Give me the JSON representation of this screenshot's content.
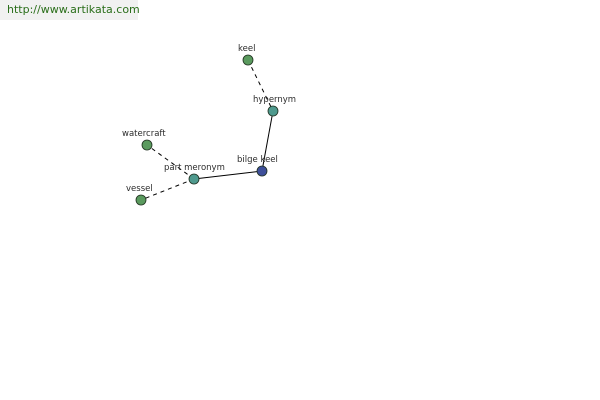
{
  "banner": {
    "url": "http://www.artikata.com"
  },
  "graph": {
    "colors": {
      "leaf_node": "#5a9a5e",
      "relation_node": "#4f9a8e",
      "root_node": "#3e4f9a",
      "node_stroke": "#1f2f1f",
      "edge": "#000000"
    },
    "nodes": [
      {
        "id": "keel",
        "label": "keel",
        "kind": "leaf"
      },
      {
        "id": "hypernym",
        "label": "hypernym",
        "kind": "relation"
      },
      {
        "id": "bilge_keel",
        "label": "bilge keel",
        "kind": "root"
      },
      {
        "id": "part_meronym",
        "label": "part meronym",
        "kind": "relation"
      },
      {
        "id": "watercraft",
        "label": "watercraft",
        "kind": "leaf"
      },
      {
        "id": "vessel",
        "label": "vessel",
        "kind": "leaf"
      }
    ],
    "edges": [
      {
        "from": "keel",
        "to": "hypernym",
        "style": "dashed"
      },
      {
        "from": "hypernym",
        "to": "bilge_keel",
        "style": "solid"
      },
      {
        "from": "bilge_keel",
        "to": "part_meronym",
        "style": "solid"
      },
      {
        "from": "part_meronym",
        "to": "watercraft",
        "style": "dashed"
      },
      {
        "from": "part_meronym",
        "to": "vessel",
        "style": "dashed"
      }
    ]
  }
}
